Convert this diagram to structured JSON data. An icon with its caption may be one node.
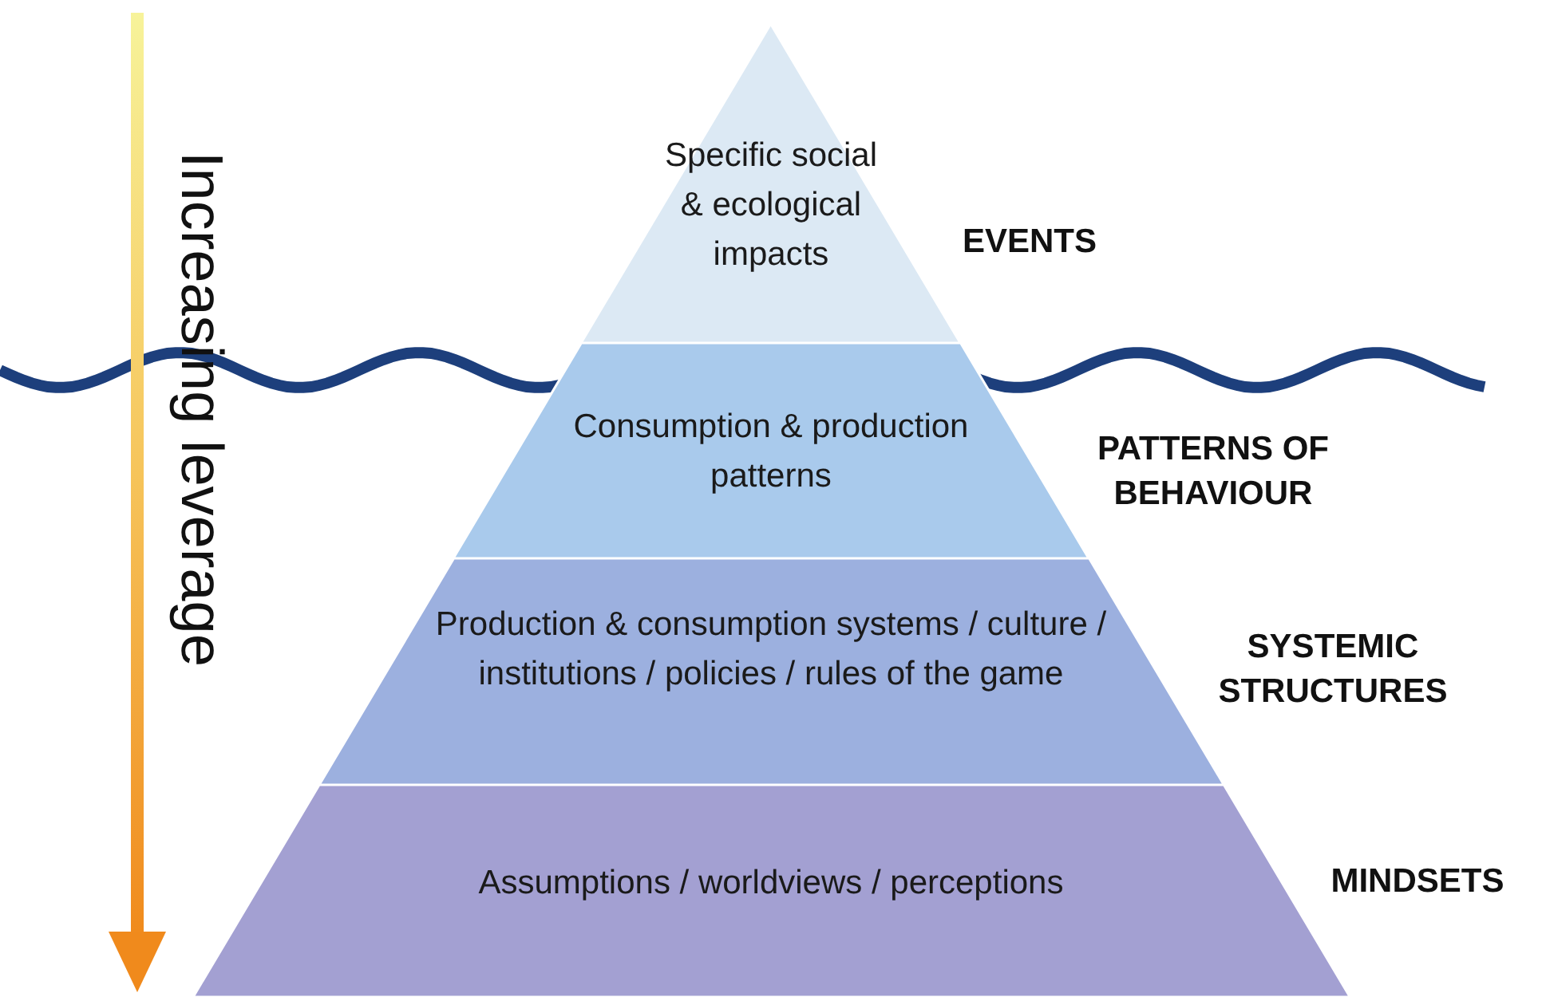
{
  "diagram": {
    "nodes": [
      {
        "text": [
          "Specific social & ecological impacts"
        ],
        "beside": [
          "EVENTS"
        ]
      },
      {
        "text": [
          "Consumption & production patterns"
        ],
        "beside": [
          "PATTERNS OF BEHAVIOUR"
        ]
      },
      {
        "text": [
          "Production & consumption systems / culture / institutions / policies / rules of the game"
        ],
        "beside": [
          "SYSTEMIC STRUCTURES"
        ]
      },
      {
        "text": [
          "Assumptions / worldviews / perceptions"
        ],
        "beside": [
          "MINDSETS"
        ]
      }
    ],
    "labels": [
      "Increasing leverage"
    ]
  }
}
